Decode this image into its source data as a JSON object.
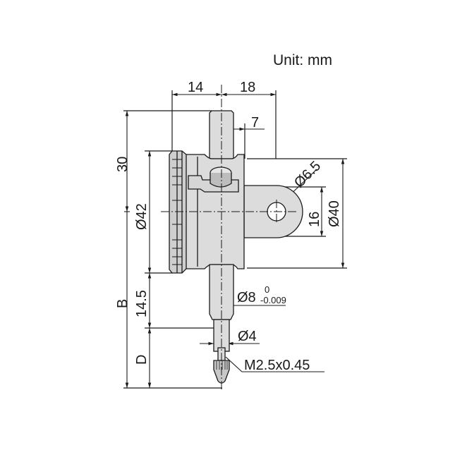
{
  "unit_label": "Unit: mm",
  "colors": {
    "line": "#1a1a1a",
    "fill": "#dcdcdc",
    "fill_dark": "#c8c8c8",
    "background": "#ffffff"
  },
  "dimensions": {
    "width_left": "14",
    "width_right": "18",
    "stem_offset": "7",
    "height_top": "30",
    "dial_dia": "Ø42",
    "hole_dia": "Ø6.5",
    "lug_height": "16",
    "body_dia": "Ø40",
    "B": "B",
    "stem_len": "14.5",
    "D": "D",
    "stem_dia": "Ø8",
    "stem_tol_upper": "0",
    "stem_tol_lower": "-0.009",
    "spindle_dia": "Ø4",
    "thread": "M2.5x0.45"
  }
}
